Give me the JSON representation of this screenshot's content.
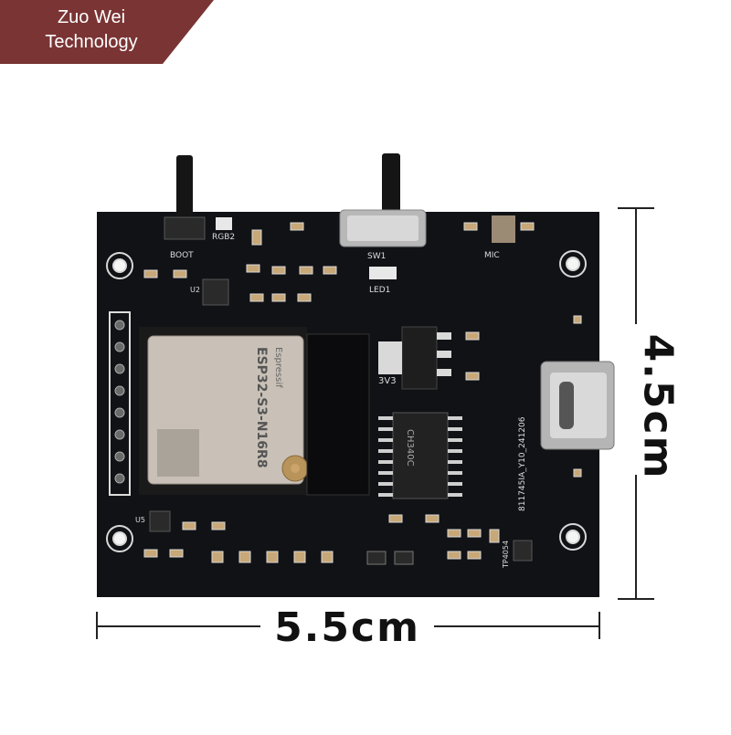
{
  "brand": {
    "line1": "Zuo Wei",
    "line2": "Technology",
    "color": "#7a3434"
  },
  "dimensions": {
    "width_label": "5.5cm",
    "height_label": "4.5cm"
  },
  "board": {
    "color": "#111216",
    "module_label": "ESP32-S3-N16R8",
    "module_brand": "Espressif",
    "silkscreen": {
      "boot": "BOOT",
      "rgb": "RGB2",
      "sw": "SW1",
      "led": "LED1",
      "reg": "3V3",
      "usb_chip": "CH340C",
      "version": "811745IA_Y10_241206",
      "charger": "TP4054",
      "mic": "MIC",
      "u2": "U2",
      "u5": "U5"
    }
  }
}
